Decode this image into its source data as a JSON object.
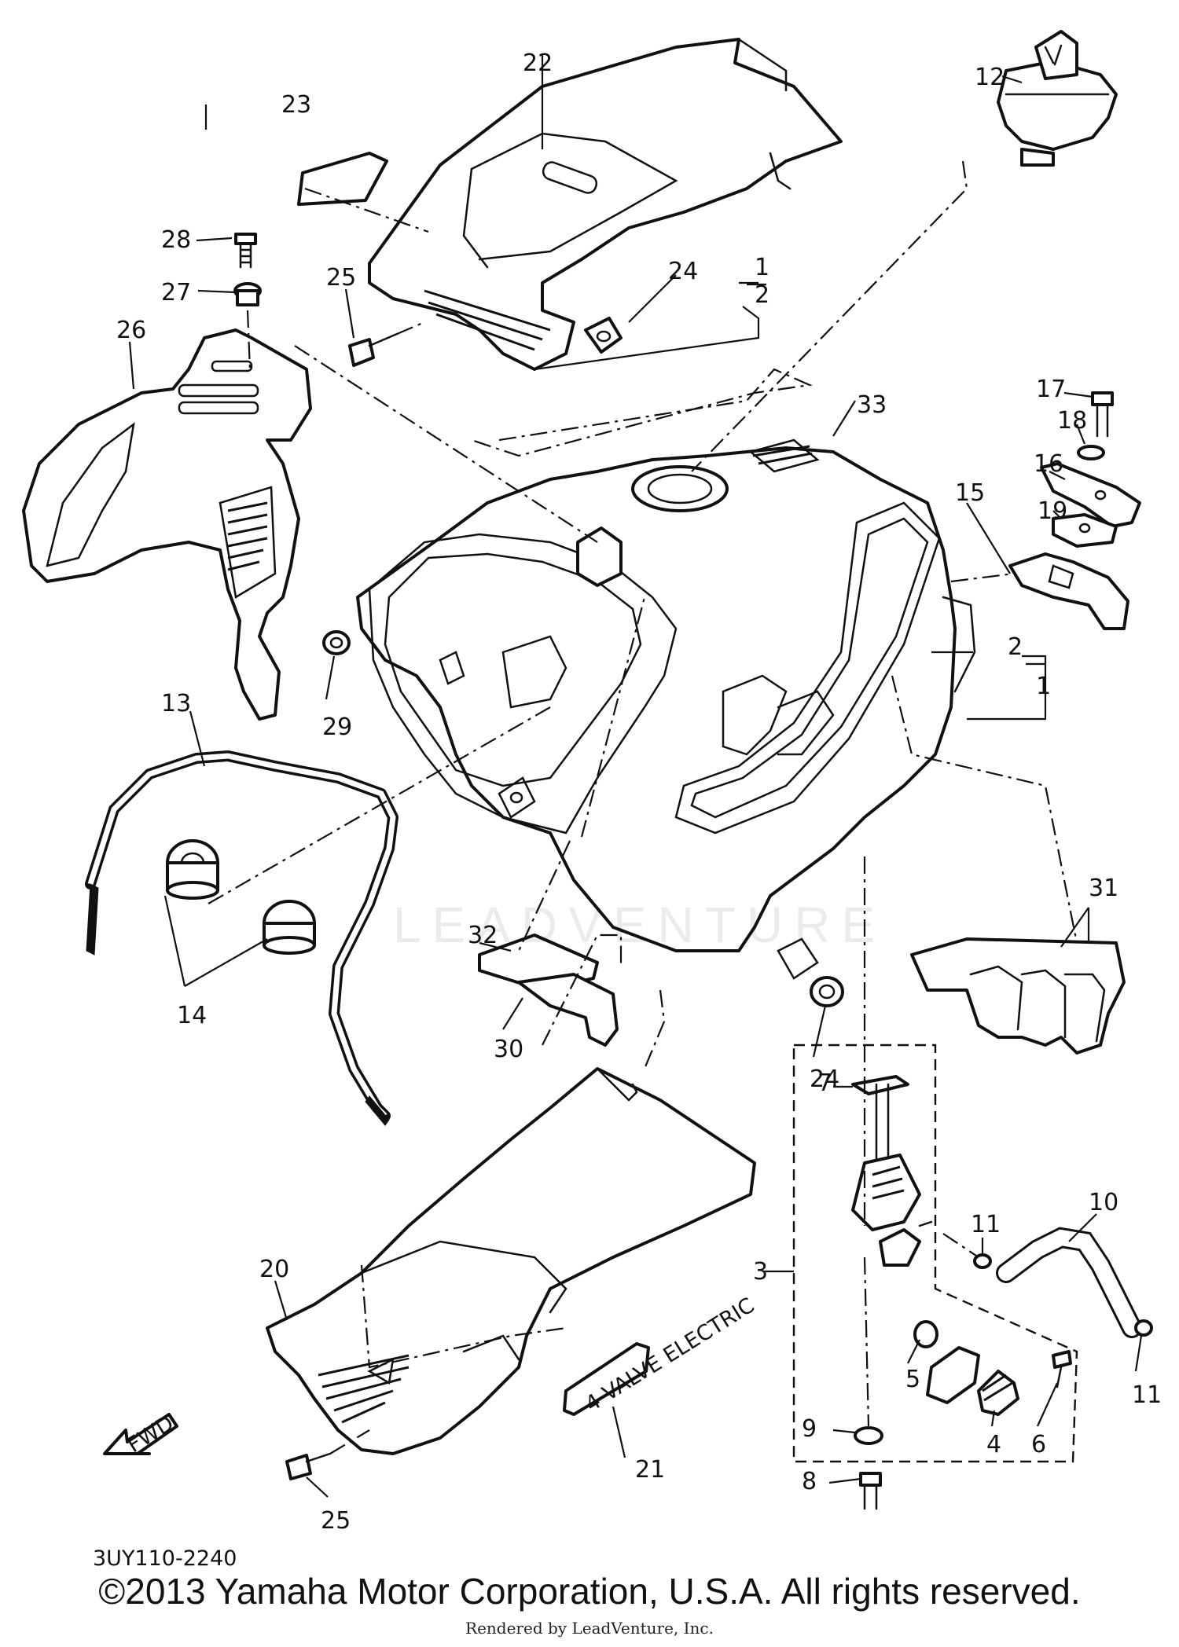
{
  "diagram": {
    "part_code": "3UY110-2240",
    "fwd_label": "FWD",
    "emblem_text": "4 VALVE\nELECTRIC",
    "watermark": "LEADVENTURE",
    "callouts": [
      {
        "id": "c1a",
        "text": "1"
      },
      {
        "id": "c2a",
        "text": "2"
      },
      {
        "id": "c1b",
        "text": "1"
      },
      {
        "id": "c2b",
        "text": "2"
      },
      {
        "id": "c3",
        "text": "3"
      },
      {
        "id": "c4",
        "text": "4"
      },
      {
        "id": "c5",
        "text": "5"
      },
      {
        "id": "c6",
        "text": "6"
      },
      {
        "id": "c7",
        "text": "7"
      },
      {
        "id": "c8",
        "text": "8"
      },
      {
        "id": "c9",
        "text": "9"
      },
      {
        "id": "c10",
        "text": "10"
      },
      {
        "id": "c11a",
        "text": "11"
      },
      {
        "id": "c11b",
        "text": "11"
      },
      {
        "id": "c12",
        "text": "12"
      },
      {
        "id": "c13",
        "text": "13"
      },
      {
        "id": "c14",
        "text": "14"
      },
      {
        "id": "c15",
        "text": "15"
      },
      {
        "id": "c16",
        "text": "16"
      },
      {
        "id": "c17",
        "text": "17"
      },
      {
        "id": "c18",
        "text": "18"
      },
      {
        "id": "c19",
        "text": "19"
      },
      {
        "id": "c20",
        "text": "20"
      },
      {
        "id": "c21",
        "text": "21"
      },
      {
        "id": "c22",
        "text": "22"
      },
      {
        "id": "c23",
        "text": "23"
      },
      {
        "id": "c24a",
        "text": "24"
      },
      {
        "id": "c24b",
        "text": "24"
      },
      {
        "id": "c25a",
        "text": "25"
      },
      {
        "id": "c25b",
        "text": "25"
      },
      {
        "id": "c26",
        "text": "26"
      },
      {
        "id": "c27",
        "text": "27"
      },
      {
        "id": "c28",
        "text": "28"
      },
      {
        "id": "c29",
        "text": "29"
      },
      {
        "id": "c30",
        "text": "30"
      },
      {
        "id": "c31",
        "text": "31"
      },
      {
        "id": "c32",
        "text": "32"
      },
      {
        "id": "c33",
        "text": "33"
      }
    ]
  },
  "footer": {
    "copyright": "©2013 Yamaha Motor Corporation, U.S.A. All rights reserved.",
    "rendered_by": "Rendered by LeadVenture, Inc."
  }
}
